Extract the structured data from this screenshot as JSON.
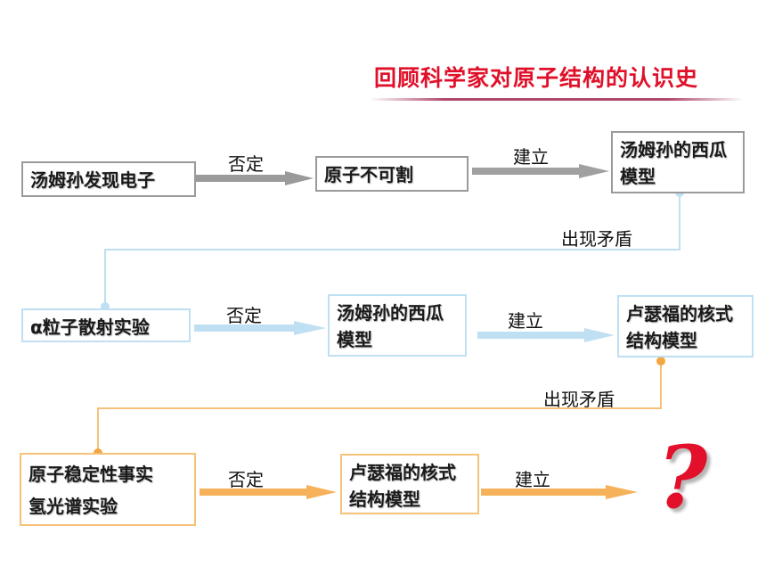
{
  "title": "回顾科学家对原子结构的认识史",
  "row1": {
    "box1": "汤姆孙发现电子",
    "arrow1": "否定",
    "box2": "原子不可割",
    "arrow2": "建立",
    "box3": "汤姆孙的西瓜模型"
  },
  "contradiction1": "出现矛盾",
  "row2": {
    "box1": "α粒子散射实验",
    "arrow1": "否定",
    "box2": "汤姆孙的西瓜模型",
    "arrow2": "建立",
    "box3": "卢瑟福的核式结构模型"
  },
  "contradiction2": "出现矛盾",
  "row3": {
    "box1_line1": "原子稳定性事实",
    "box1_line2": "氢光谱实验",
    "arrow1": "否定",
    "box2": "卢瑟福的核式结构模型",
    "arrow2": "建立",
    "question": "?"
  },
  "colors": {
    "title": "#e0102a",
    "row1": "#9a9a9a",
    "row2": "#bfe0f2",
    "row3": "#f6c27a",
    "question": "#e2102a"
  }
}
